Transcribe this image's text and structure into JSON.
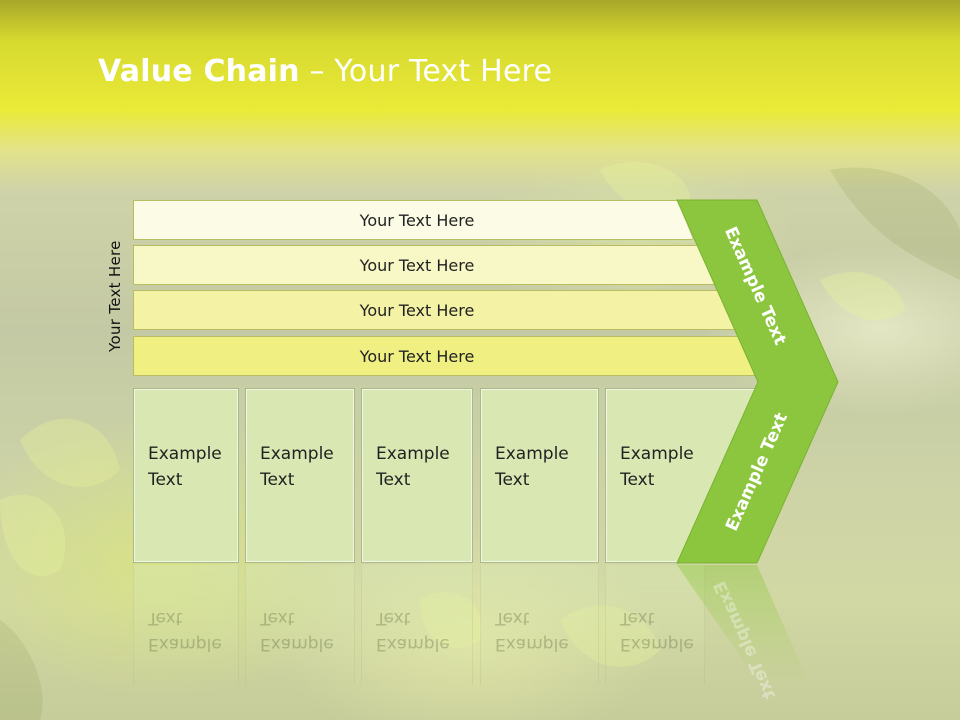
{
  "title": {
    "bold": "Value Chain",
    "rest": " – Your Text Here"
  },
  "side_label": "Your Text Here",
  "bars": [
    "Your Text Here",
    "Your Text Here",
    "Your Text Here",
    "Your Text Here"
  ],
  "boxes": [
    [
      "Example",
      "Text"
    ],
    [
      "Example",
      "Text"
    ],
    [
      "Example",
      "Text"
    ],
    [
      "Example",
      "Text"
    ],
    [
      "Example",
      "Text"
    ]
  ],
  "chevron": {
    "upper_label": "Example Text",
    "lower_label": "Example Text"
  },
  "colors": {
    "bar_1": "#fbfbe6",
    "bar_2": "#f8f8c6",
    "bar_3": "#f4f2a4",
    "bar_4": "#efef82",
    "box": "#d9e8b3",
    "chevron": "#8cc63e"
  }
}
